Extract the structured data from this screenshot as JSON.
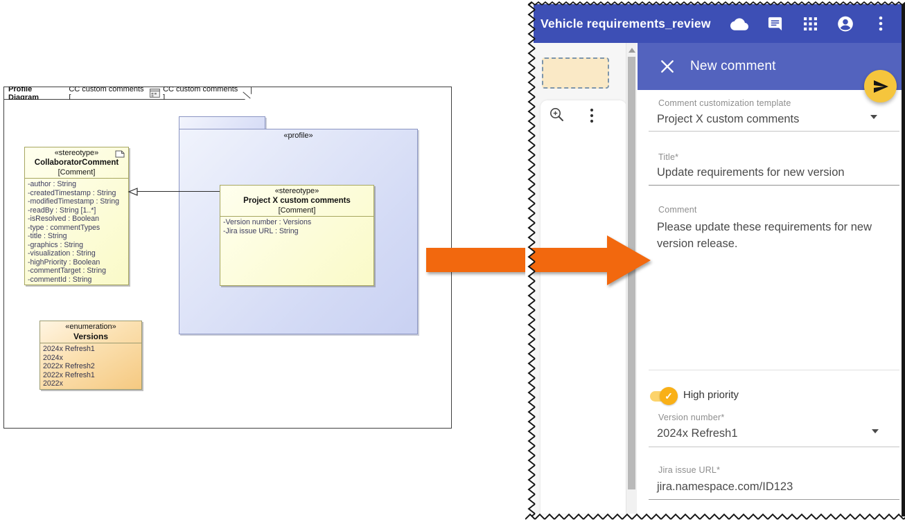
{
  "diagram": {
    "frame": {
      "title_bold": "Profile Diagram",
      "title_context": "CC custom comments [",
      "title_ref": "CC custom comments ]"
    },
    "package": {
      "stereotype": "«profile»"
    },
    "collaborator": {
      "stereotype": "«stereotype»",
      "name": "CollaboratorComment",
      "metaclass": "[Comment]",
      "attributes": [
        "-author : String",
        "-createdTimestamp : String",
        "-modifiedTimestamp : String",
        "-readBy : String [1..*]",
        "-isResolved : Boolean",
        "-type : commentTypes",
        "-title : String",
        "-graphics : String",
        "-visualization : String",
        "-highPriority : Boolean",
        "-commentTarget : String",
        "-commentId : String"
      ]
    },
    "project": {
      "stereotype": "«stereotype»",
      "name": "Project X custom comments",
      "metaclass": "[Comment]",
      "attributes": [
        "-Version number : Versions",
        "-Jira issue URL : String"
      ]
    },
    "versions": {
      "stereotype": "«enumeration»",
      "name": "Versions",
      "literals": [
        "2024x Refresh1",
        "2024x",
        "2022x Refresh2",
        "2022x Refresh1",
        "2022x"
      ]
    }
  },
  "app": {
    "title": "Vehicle requirements_review",
    "toolbar_icons": [
      "cloud-upload-icon",
      "comments-icon",
      "apps-grid-icon",
      "account-icon",
      "more-vertical-icon"
    ],
    "panel": {
      "title": "New comment",
      "close_icon": "close-icon",
      "send_icon": "send-icon",
      "template": {
        "label": "Comment customization template",
        "value": "Project X custom comments"
      },
      "title_field": {
        "label": "Title*",
        "value": "Update requirements for new version"
      },
      "comment_field": {
        "label": "Comment",
        "value": "Please update these requirements for new version release."
      },
      "high_priority": {
        "label": "High priority",
        "enabled": true
      },
      "version_field": {
        "label": "Version number*",
        "value": "2024x Refresh1"
      },
      "jira_field": {
        "label": "Jira issue URL*",
        "value": "jira.namespace.com/ID123"
      }
    }
  },
  "colors": {
    "appbar_blue": "#3D4FB5",
    "panel_header_blue": "#5363BE",
    "fab_yellow": "#F5C53D",
    "toggle_amber": "#F9B017",
    "toggle_track": "#FCD36B",
    "arrow_orange": "#F2680E",
    "dashed_box_fill": "#FAE9C6",
    "dashed_box_border": "#7D95AA",
    "class_fill": "#FAFAC8",
    "class_border": "#A6A65F",
    "enum_fill": "#F5C981",
    "package_fill": "#D3DAF5"
  }
}
